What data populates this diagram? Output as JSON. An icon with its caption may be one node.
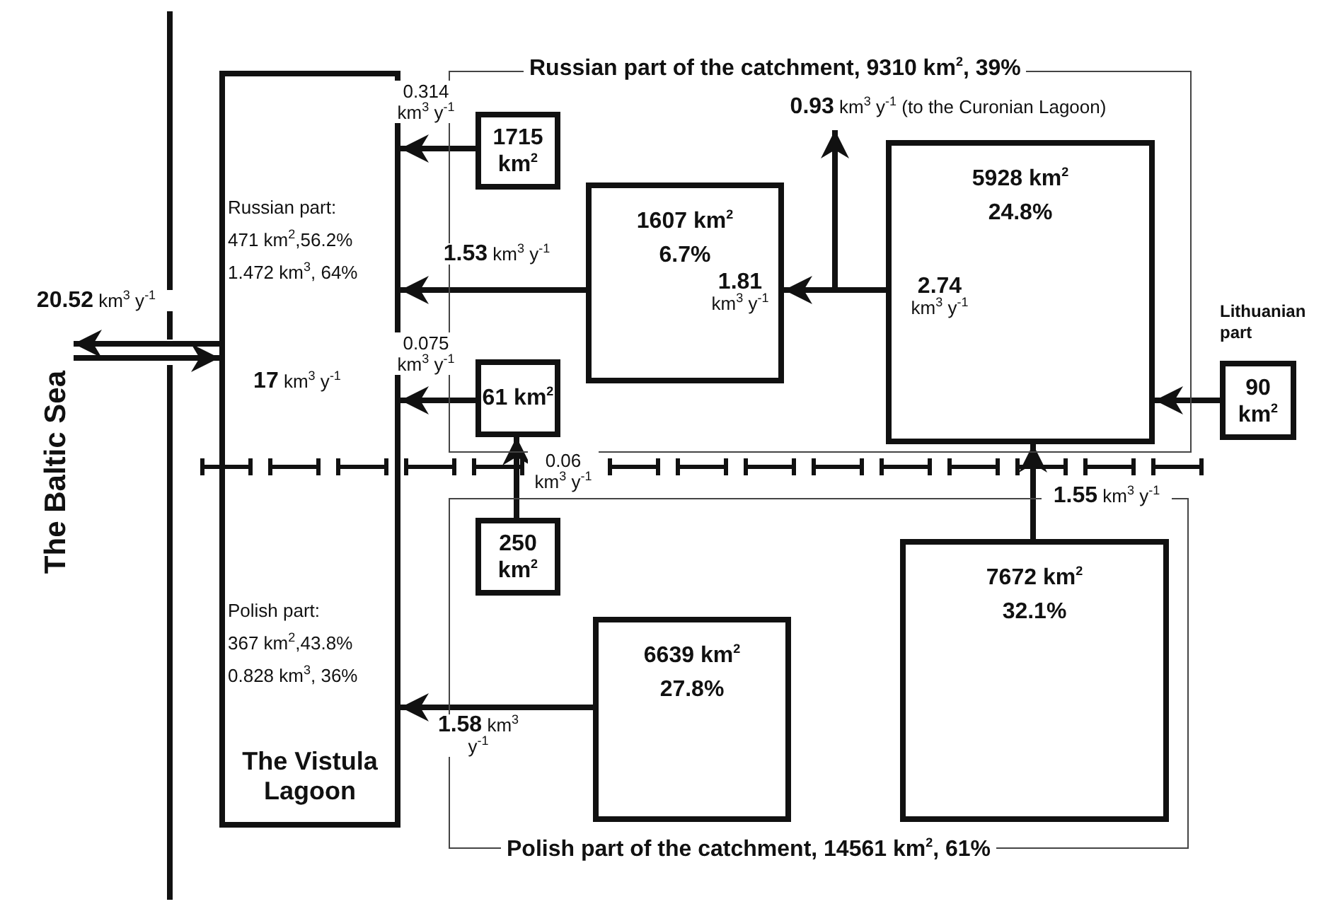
{
  "diagram": {
    "nodes": [
      {
        "text": [
          "Russian part:",
          "471 km$^{2}$,56.2%",
          "1.472 km$^{3}$, 64%",
          "Polish part:",
          "367 km$^{2}$,43.8%",
          "0.828 km$^{3}$, 36%",
          "The Vistula Lagoon"
        ]
      },
      {
        "text": [
          "The Baltic Sea"
        ]
      },
      {
        "text": [
          "Russian part of the catchment, 9310 km$^{2}$, 39%"
        ]
      },
      {
        "text": [
          "1715 km$^{2}$"
        ],
        "in": 2
      },
      {
        "text": [
          "1607 km$^{2}$",
          "6.7%"
        ],
        "in": 2
      },
      {
        "text": [
          "5928 km$^{2}$",
          "24.8%"
        ],
        "in": 2
      },
      {
        "text": [
          "61 km$^{2}$"
        ],
        "in": 2
      },
      {
        "text": [
          "Lithuanian part",
          "90 km$^{2}$"
        ]
      },
      {
        "text": [
          "Polish part of the catchment, 14561 km$^{2}$, 61%"
        ]
      },
      {
        "text": [
          "250 km$^{2}$"
        ],
        "in": 8
      },
      {
        "text": [
          "6639 km$^{2}$",
          "27.8%"
        ],
        "in": 8
      },
      {
        "text": [
          "7672 km$^{2}$",
          "32.1%"
        ],
        "in": 8
      }
    ],
    "edges": [
      {
        "from": 0,
        "to": 1,
        "arrow": "to",
        "label": "**20.52** km$^{3}$ y$^{-1}$"
      },
      {
        "from": 1,
        "to": 0,
        "arrow": "to",
        "label": "**17** km$^{3}$ y$^{-1}$"
      },
      {
        "from": 3,
        "to": 0,
        "arrow": "to",
        "label": "0.314 km$^{3}$ y$^{-1}$"
      },
      {
        "from": 4,
        "to": 0,
        "arrow": "to",
        "label": "**1.53** km$^{3}$ y$^{-1}$"
      },
      {
        "from": 6,
        "to": 0,
        "arrow": "to",
        "label": "0.075 km$^{3}$ y$^{-1}$"
      },
      {
        "from": 5,
        "to": 4,
        "arrow": "to",
        "label": "**1.81** km$^{3}$ y$^{-1}$"
      },
      {
        "from": 5,
        "to": null,
        "arrow": "to",
        "label": "**0.93** km$^{3}$ y$^{-1}$ (to the Curonian Lagoon)"
      },
      {
        "from": 7,
        "to": 5,
        "arrow": "to"
      },
      {
        "from": 9,
        "to": 6,
        "arrow": "to",
        "label": "0.06 km$^{3}$ y$^{-1}$"
      },
      {
        "from": 11,
        "to": 5,
        "arrow": "to",
        "label": "**1.55** km$^{3}$ y$^{-1}$"
      },
      {
        "from": 10,
        "to": 0,
        "arrow": "to",
        "label": "**1.58** km$^{3}$ y$^{-1}$"
      }
    ],
    "labels": [
      "**2.74** km$^{3}$ y$^{-1}$"
    ]
  }
}
